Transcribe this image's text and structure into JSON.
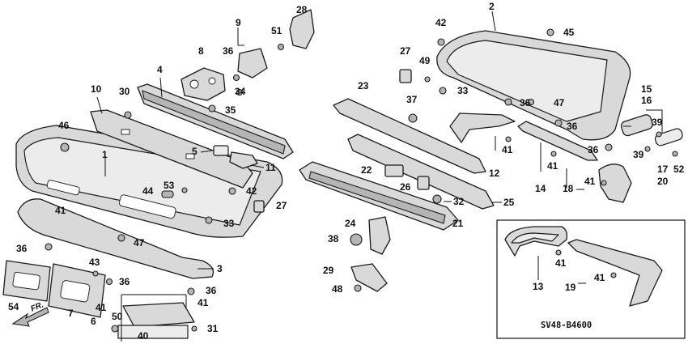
{
  "diagram": {
    "code": "SV48-B4600",
    "direction_marker": "FR.",
    "colors": {
      "part_fill": "#d9d9d9",
      "line": "#1a1a1a",
      "background": "#ffffff"
    },
    "callouts": [
      "1",
      "2",
      "3",
      "4",
      "5",
      "6",
      "7",
      "8",
      "9",
      "10",
      "11",
      "12",
      "13",
      "14",
      "15",
      "16",
      "17",
      "18",
      "19",
      "20",
      "21",
      "22",
      "23",
      "24",
      "25",
      "26",
      "27",
      "27",
      "28",
      "29",
      "30",
      "31",
      "32",
      "33",
      "33",
      "34",
      "35",
      "36",
      "36",
      "36",
      "36",
      "36",
      "36",
      "36",
      "37",
      "38",
      "39",
      "39",
      "40",
      "41",
      "41",
      "41",
      "41",
      "41",
      "41",
      "41",
      "41",
      "42",
      "42",
      "43",
      "44",
      "45",
      "46",
      "47",
      "47",
      "48",
      "49",
      "50",
      "51",
      "52",
      "53",
      "54"
    ]
  }
}
